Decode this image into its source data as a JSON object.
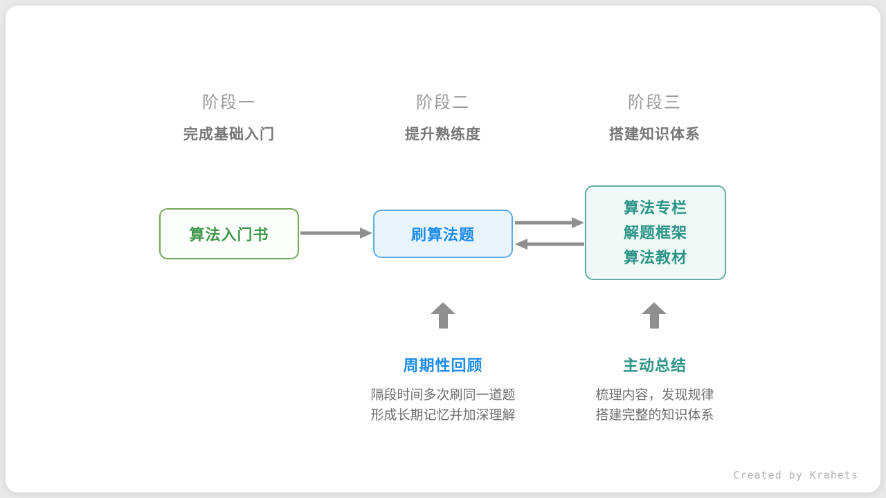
{
  "stages": [
    {
      "label": "阶段一",
      "subtitle": "完成基础入门"
    },
    {
      "label": "阶段二",
      "subtitle": "提升熟练度"
    },
    {
      "label": "阶段三",
      "subtitle": "搭建知识体系"
    }
  ],
  "nodes": {
    "intro_book": {
      "label": "算法入门书",
      "text_color": "#3e9648",
      "border_color": "#72a85a",
      "bg_color": "#fcfefb"
    },
    "practice": {
      "label": "刷算法题",
      "text_color": "#1d8ce8",
      "border_color": "#5fabea",
      "bg_color": "#e9f4fd"
    },
    "knowledge": {
      "lines": [
        "算法专栏",
        "解题框架",
        "算法教材"
      ],
      "text_color": "#2a9486",
      "border_color": "#63af9f",
      "bg_color": "#f0f9f6"
    }
  },
  "arrows": {
    "color": "#8f8f8f"
  },
  "annotations": {
    "review": {
      "title": "周期性回顾",
      "title_color": "#1d8ce8",
      "lines": [
        "隔段时间多次刷同一道题",
        "形成长期记忆并加深理解"
      ]
    },
    "summary": {
      "title": "主动总结",
      "title_color": "#2a9486",
      "lines": [
        "梳理内容，发现规律",
        "搭建完整的知识体系"
      ]
    }
  },
  "footer": {
    "credit": "Created by Krahets"
  }
}
